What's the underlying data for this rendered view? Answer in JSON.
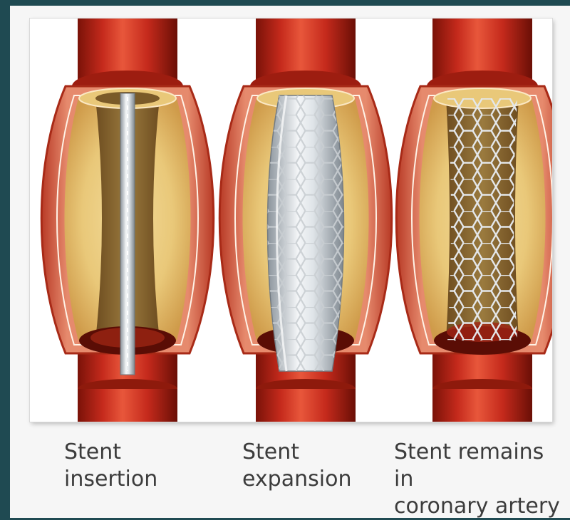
{
  "stages": [
    {
      "id": "insertion",
      "caption": "Stent\ninsertion"
    },
    {
      "id": "expansion",
      "caption": "Stent\nexpansion"
    },
    {
      "id": "remains",
      "caption": "Stent remains in\ncoronary artery"
    }
  ],
  "colors": {
    "artery_red": "#c52a1c",
    "artery_dark": "#7a1208",
    "artery_highlight": "#e8573b",
    "wall_pink": "#e68a6d",
    "plaque_yellow": "#e9c879",
    "plaque_brown": "#8a6a32",
    "stent_silver": "#d9dee3",
    "outer_bg": "#1f4a52"
  }
}
